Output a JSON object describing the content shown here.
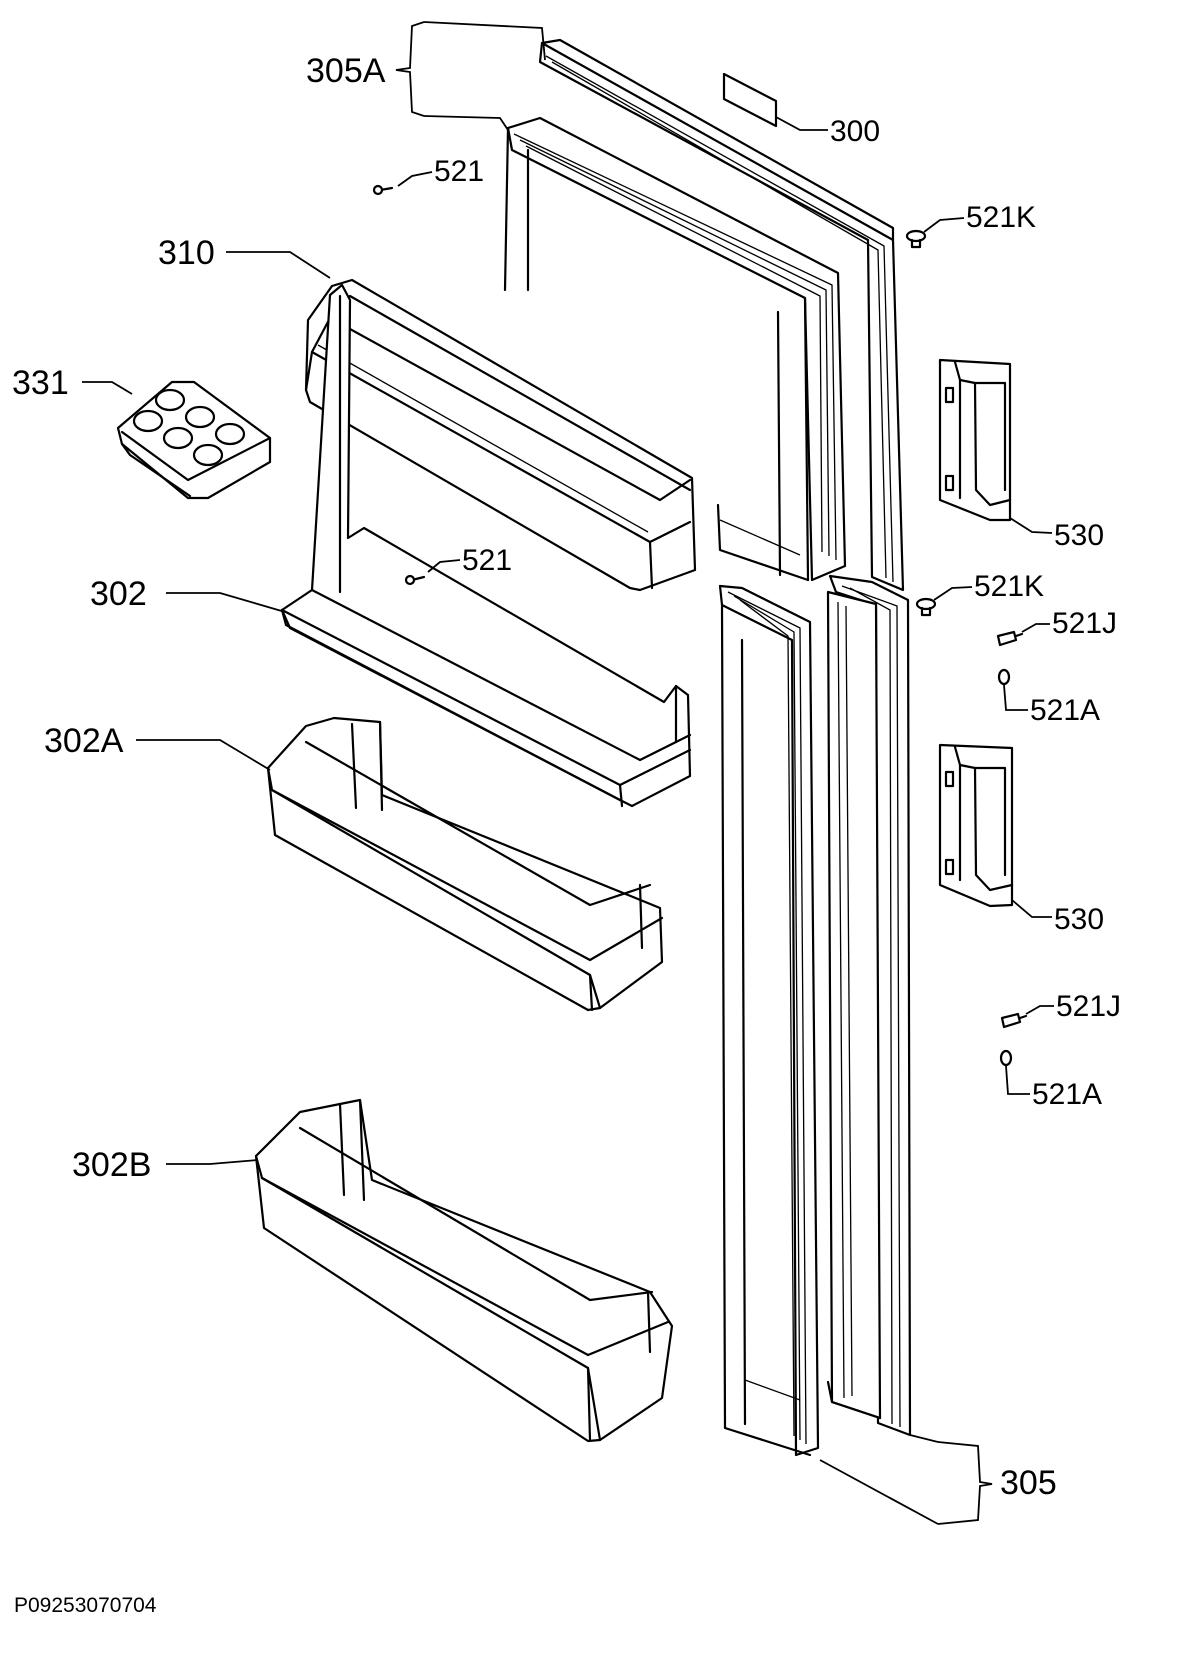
{
  "diagram": {
    "drawing_code": "P09253070704",
    "labels": {
      "p305A": "305A",
      "p300": "300",
      "p521_top": "521",
      "p521K_top": "521K",
      "p310": "310",
      "p331": "331",
      "p530_top": "530",
      "p521_mid": "521",
      "p302": "302",
      "p521K_mid": "521K",
      "p521J_top": "521J",
      "p521A_top": "521A",
      "p302A": "302A",
      "p530_bottom": "530",
      "p521J_bottom": "521J",
      "p521A_bottom": "521A",
      "p302B": "302B",
      "p305": "305"
    }
  }
}
